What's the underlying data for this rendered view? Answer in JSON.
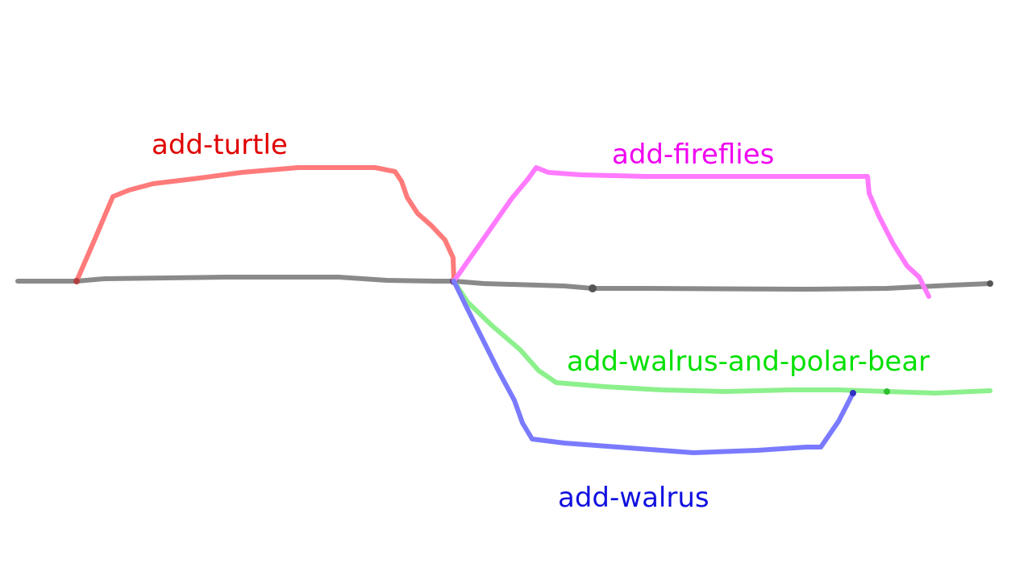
{
  "branches": {
    "turtle": {
      "label": "add-turtle",
      "color": "#ff7a7a",
      "label_color": "#e00000"
    },
    "fireflies": {
      "label": "add-fireflies",
      "color": "#ff7aff",
      "label_color": "#f000f0"
    },
    "walrus_and_polar_bear": {
      "label": "add-walrus-and-polar-bear",
      "color": "#8cf08c",
      "label_color": "#00e000"
    },
    "walrus": {
      "label": "add-walrus",
      "color": "#7a7aff",
      "label_color": "#1010e0"
    }
  },
  "main_line_color": "#8a8a8a"
}
